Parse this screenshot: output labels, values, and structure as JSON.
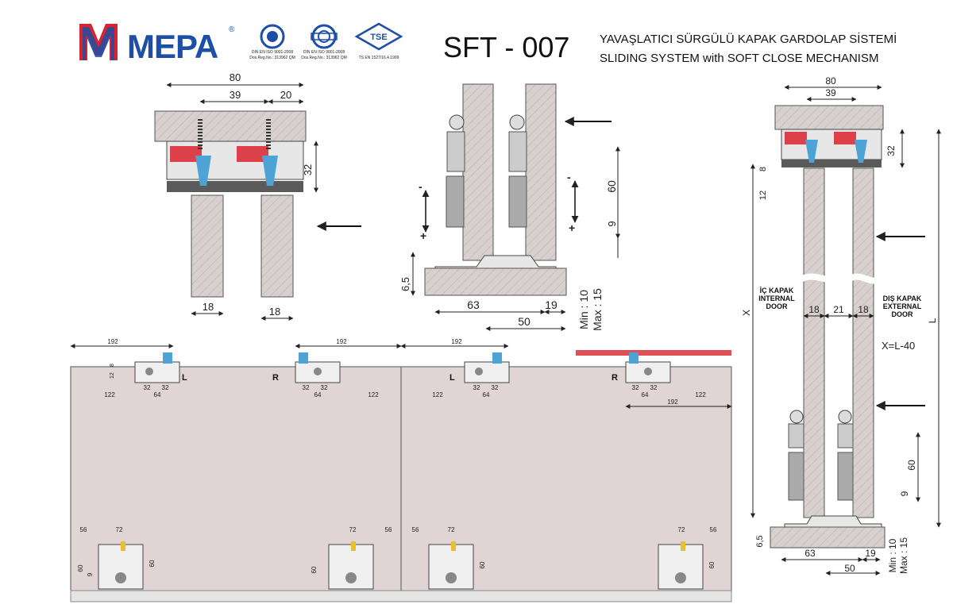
{
  "brand": {
    "name": "MEPA",
    "reg": "®",
    "color": "#1d4fa6",
    "accent": "#d9232d"
  },
  "certs": [
    {
      "caption1": "DIN EN ISO 9001-2008",
      "caption2": "Dos.Reg.No.: 313962 QM"
    },
    {
      "caption1": "DIN EN ISO 9001-2008",
      "caption2": "Dos.Reg.No.: 313962 QM"
    },
    {
      "caption1": "TS EN 1527/16.4.1999",
      "mark": "TSE"
    }
  ],
  "header": {
    "code": "SFT - 007",
    "title_tr": "YAVAŞLATICI SÜRGÜLÜ KAPAK GARDOLAP SİSTEMİ",
    "title_en": "SLIDING SYSTEM with SOFT CLOSE MECHANISM"
  },
  "section_a": {
    "d80": "80",
    "d39": "39",
    "d20": "20",
    "d32": "32",
    "d18a": "18",
    "d18b": "18"
  },
  "section_b": {
    "d60": "60",
    "d9": "9",
    "d65": "6,5",
    "d63": "63",
    "d19": "19",
    "d50": "50",
    "min": "Min : 10",
    "max": "Max : 15",
    "minus": "-",
    "plus": "+"
  },
  "section_c": {
    "d80": "80",
    "d39": "39",
    "d32": "32",
    "d8": "8",
    "d12": "12",
    "x": "X",
    "l": "L",
    "d18a": "18",
    "d21": "21",
    "d18b": "18",
    "internal": [
      "İÇ KAPAK",
      "INTERNAL",
      "DOOR"
    ],
    "external": [
      "DIŞ KAPAK",
      "EXTERNAL",
      "DOOR"
    ],
    "formula": "X=L-40",
    "d60": "60",
    "d9": "9",
    "d65": "6,5",
    "d63": "63",
    "d19": "19",
    "d50": "50",
    "min": "Min : 10",
    "max": "Max : 15"
  },
  "front": {
    "top_192": [
      "192",
      "192",
      "192",
      "192"
    ],
    "side": [
      "L",
      "R",
      "L",
      "R"
    ],
    "d8": "8",
    "d12": "12",
    "d32": "32",
    "d64": "64",
    "d122": "122",
    "d56": "56",
    "d72": "72",
    "d60": "60",
    "d9": "9"
  }
}
